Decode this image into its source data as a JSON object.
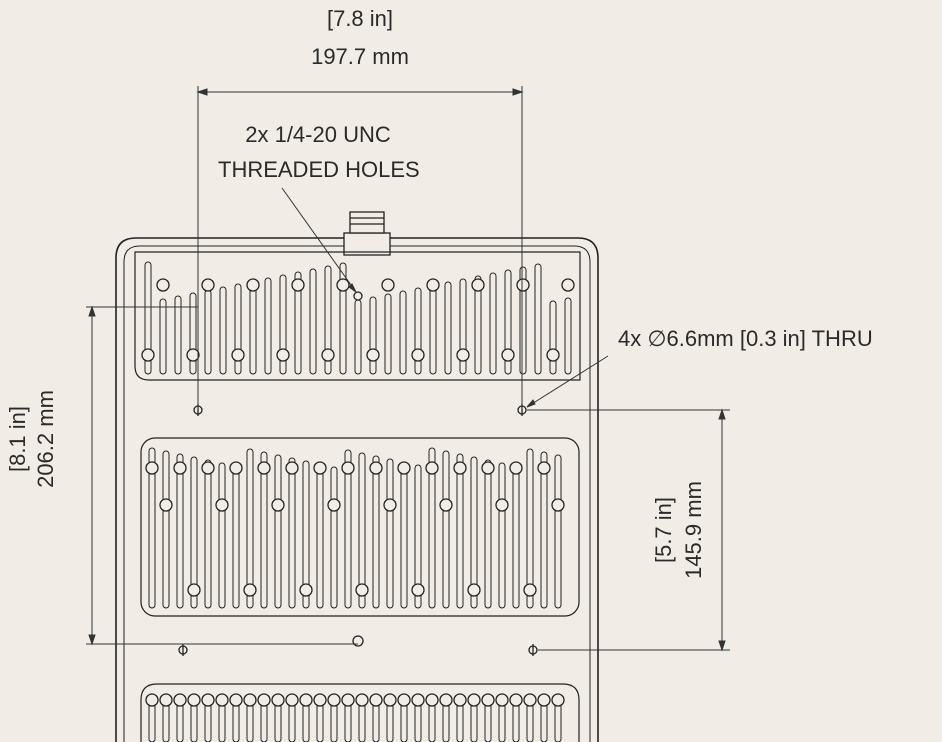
{
  "dimensions": {
    "width_top": {
      "inches": "[7.8 in]",
      "mm": "197.7 mm"
    },
    "height_left": {
      "inches": "[8.1 in]",
      "mm": "206.2 mm"
    },
    "height_right": {
      "inches": "[5.7 in]",
      "mm": "145.9 mm"
    }
  },
  "callouts": {
    "threaded_holes_line1": "2x 1/4-20 UNC",
    "threaded_holes_line2": "THREADED HOLES",
    "thru_holes": "4x ∅6.6mm [0.3 in] THRU"
  },
  "colors": {
    "background": "#f1ede6",
    "line": "#222222",
    "text": "#2a2a2a",
    "plate": "#f1ede6"
  }
}
